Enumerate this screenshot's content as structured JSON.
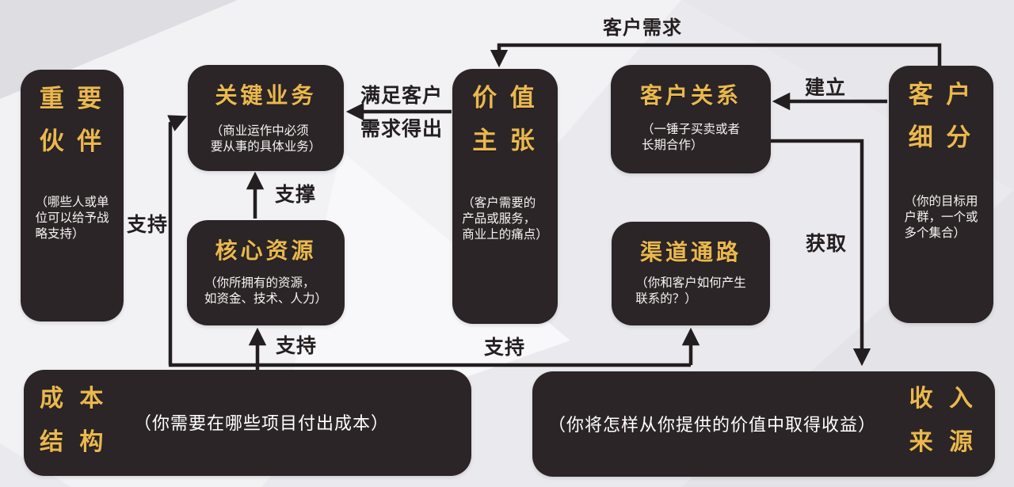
{
  "boxes": {
    "key_partners": {
      "title": "重 要\n伙 伴",
      "subtitle": "（哪些人或单\n位可以给予战\n略支持）"
    },
    "key_activities": {
      "title": "关键业务",
      "subtitle": "（商业运作中必须\n要从事的具体业务）"
    },
    "core_resources": {
      "title": "核心资源",
      "subtitle": "（你所拥有的资源，\n如资金、技术、人力）"
    },
    "value_proposition": {
      "title": "价 值\n主 张",
      "subtitle": "（客户需要的\n产品或服务，\n商业上的痛点）"
    },
    "customer_relations": {
      "title": "客户关系",
      "subtitle": "（一锤子买卖或者\n长期合作）"
    },
    "channels": {
      "title": "渠道通路",
      "subtitle": "（你和客户如何产生\n联系的？）"
    },
    "customer_segments": {
      "title": "客 户\n细 分",
      "subtitle": "（你的目标用\n户群，一个或\n多个集合）"
    },
    "cost_structure": {
      "title": "成 本\n结 构",
      "subtitle": "（你需要在哪些项目付出成本）"
    },
    "revenue_sources": {
      "title": "收 入\n来 源",
      "subtitle": "（你将怎样从你提供的价值中取得收益）"
    }
  },
  "labels": {
    "customer_demand": "客户需求",
    "establish": "建立",
    "derive_from_demand": "满足客户\n需求得出",
    "sustain": "支撑",
    "support_partners": "支持",
    "acquire": "获取",
    "support_resources": "支持",
    "support_channels": "支持"
  },
  "colors": {
    "background": "#eae9ed",
    "box": "#2b2527",
    "title": "#eab84e",
    "subtitle": "#f6f4f1",
    "arrow": "#231e1f"
  }
}
